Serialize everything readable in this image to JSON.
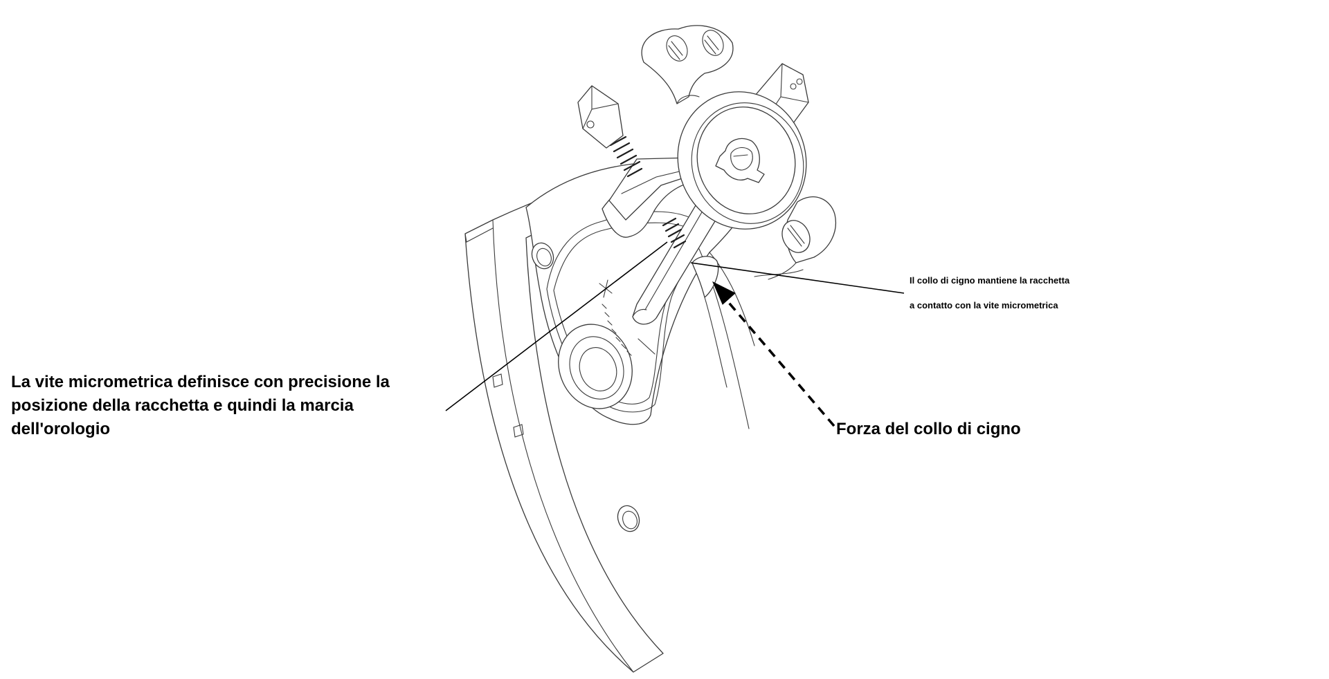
{
  "diagram": {
    "labels": {
      "micrometer_screw": "La vite micrometrica definisce con precisione la posizione della racchetta e quindi la marcia dell'orologio",
      "gooseneck_force": "Forza del collo di cigno",
      "gooseneck_line_1": "Il collo di cigno mantiene la racchetta",
      "gooseneck_line_2": "a contatto con la vite micrometrica"
    },
    "colors": {
      "background": "#ffffff",
      "outline": "#3a3a3a",
      "annotation": "#000000"
    },
    "icons": {
      "force_arrow": "dashed-arrow-icon",
      "screw_heads": "slotted-screw-icon"
    }
  }
}
